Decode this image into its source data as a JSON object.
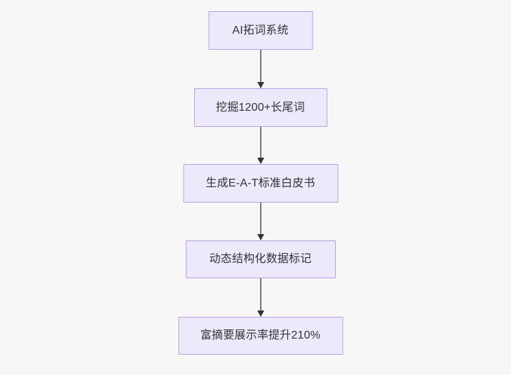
{
  "diagram": {
    "type": "flowchart",
    "direction": "top-to-bottom",
    "background_color": "#f7f7f7",
    "node_fill_color": "#ece9fb",
    "node_border_color": "#b8a0e0",
    "text_color": "#333333",
    "edge_color": "#777777",
    "arrowhead_color": "#333333",
    "nodes": [
      {
        "id": "n1",
        "label": "AI拓词系统"
      },
      {
        "id": "n2",
        "label": "挖掘1200+长尾词"
      },
      {
        "id": "n3",
        "label": "生成E-A-T标准白皮书"
      },
      {
        "id": "n4",
        "label": "动态结构化数据标记"
      },
      {
        "id": "n5",
        "label": "富摘要展示率提升210%"
      }
    ],
    "edges": [
      {
        "from": "n1",
        "to": "n2",
        "label": ""
      },
      {
        "from": "n2",
        "to": "n3",
        "label": ""
      },
      {
        "from": "n3",
        "to": "n4",
        "label": ""
      },
      {
        "from": "n4",
        "to": "n5",
        "label": ""
      }
    ]
  }
}
